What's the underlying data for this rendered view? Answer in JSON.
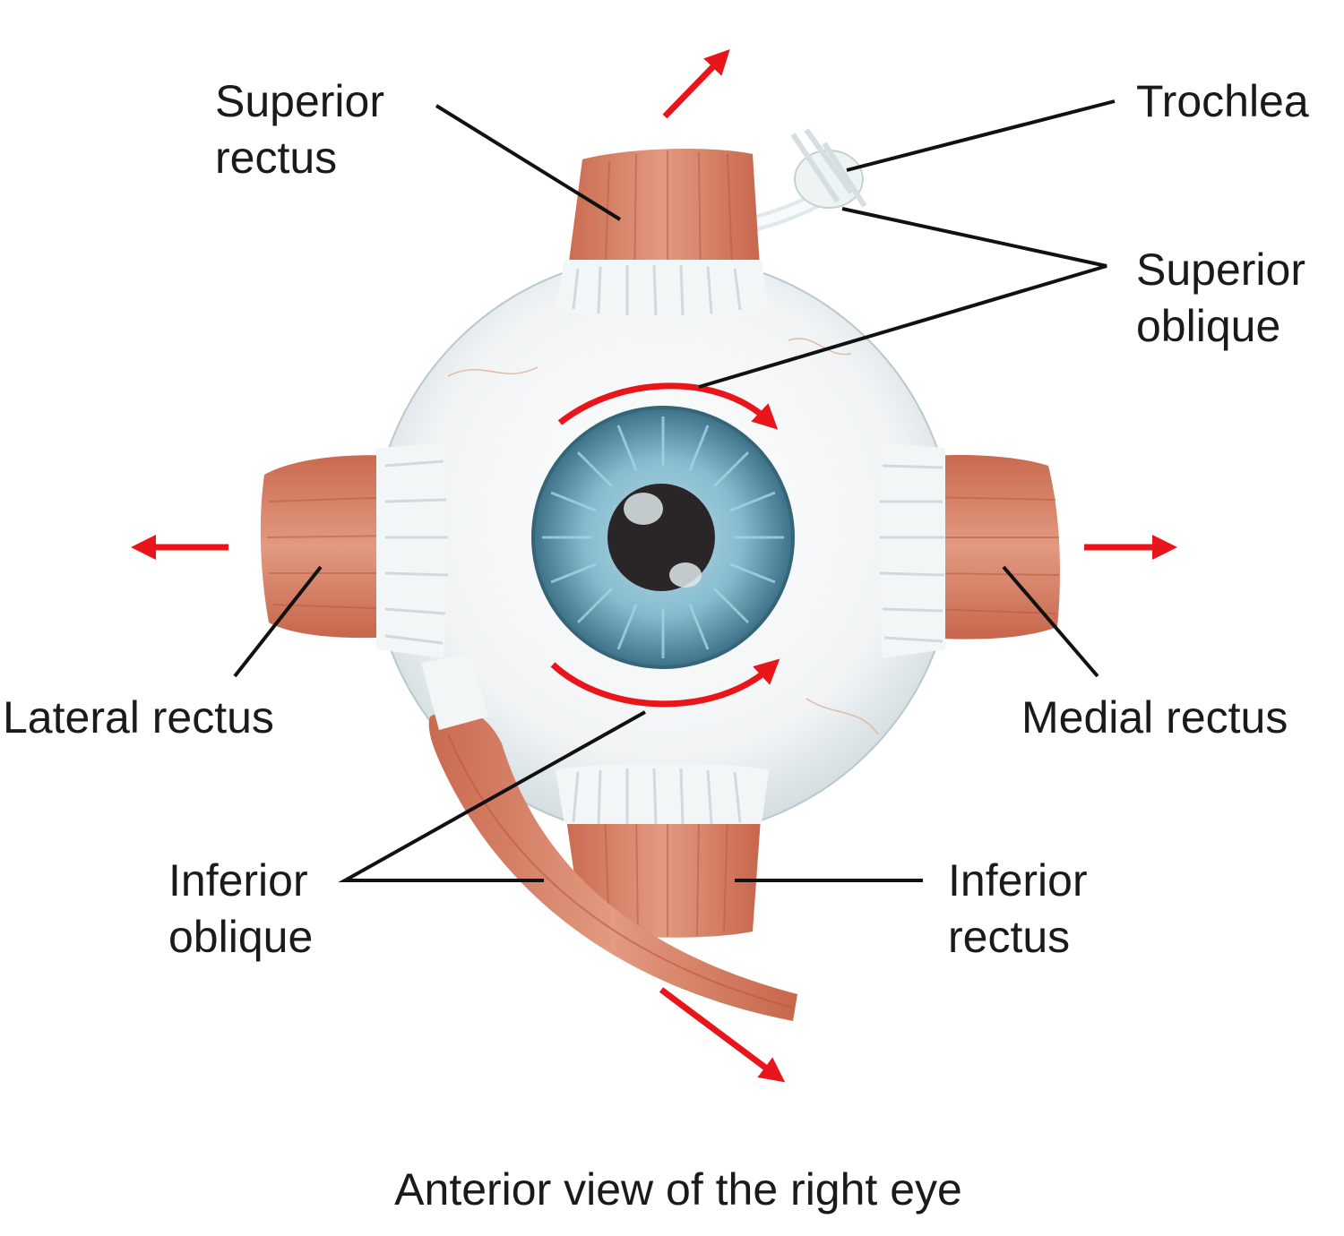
{
  "labels": {
    "superior_rectus": [
      "Superior",
      "rectus"
    ],
    "trochlea": "Trochlea",
    "superior_oblique": [
      "Superior",
      "oblique"
    ],
    "lateral_rectus": "Lateral rectus",
    "medial_rectus": "Medial rectus",
    "inferior_oblique": [
      "Inferior",
      "oblique"
    ],
    "inferior_rectus": [
      "Inferior",
      "rectus"
    ]
  },
  "caption": "Anterior view of the right eye",
  "colors": {
    "muscle": "#d9826a",
    "muscle_dark": "#b9573f",
    "tendon": "#f3f6f7",
    "sclera": "#eef2f3",
    "iris": "#7fb3c7",
    "pupil": "#2a2527",
    "arrow": "#e8151b",
    "leader": "#111111"
  }
}
